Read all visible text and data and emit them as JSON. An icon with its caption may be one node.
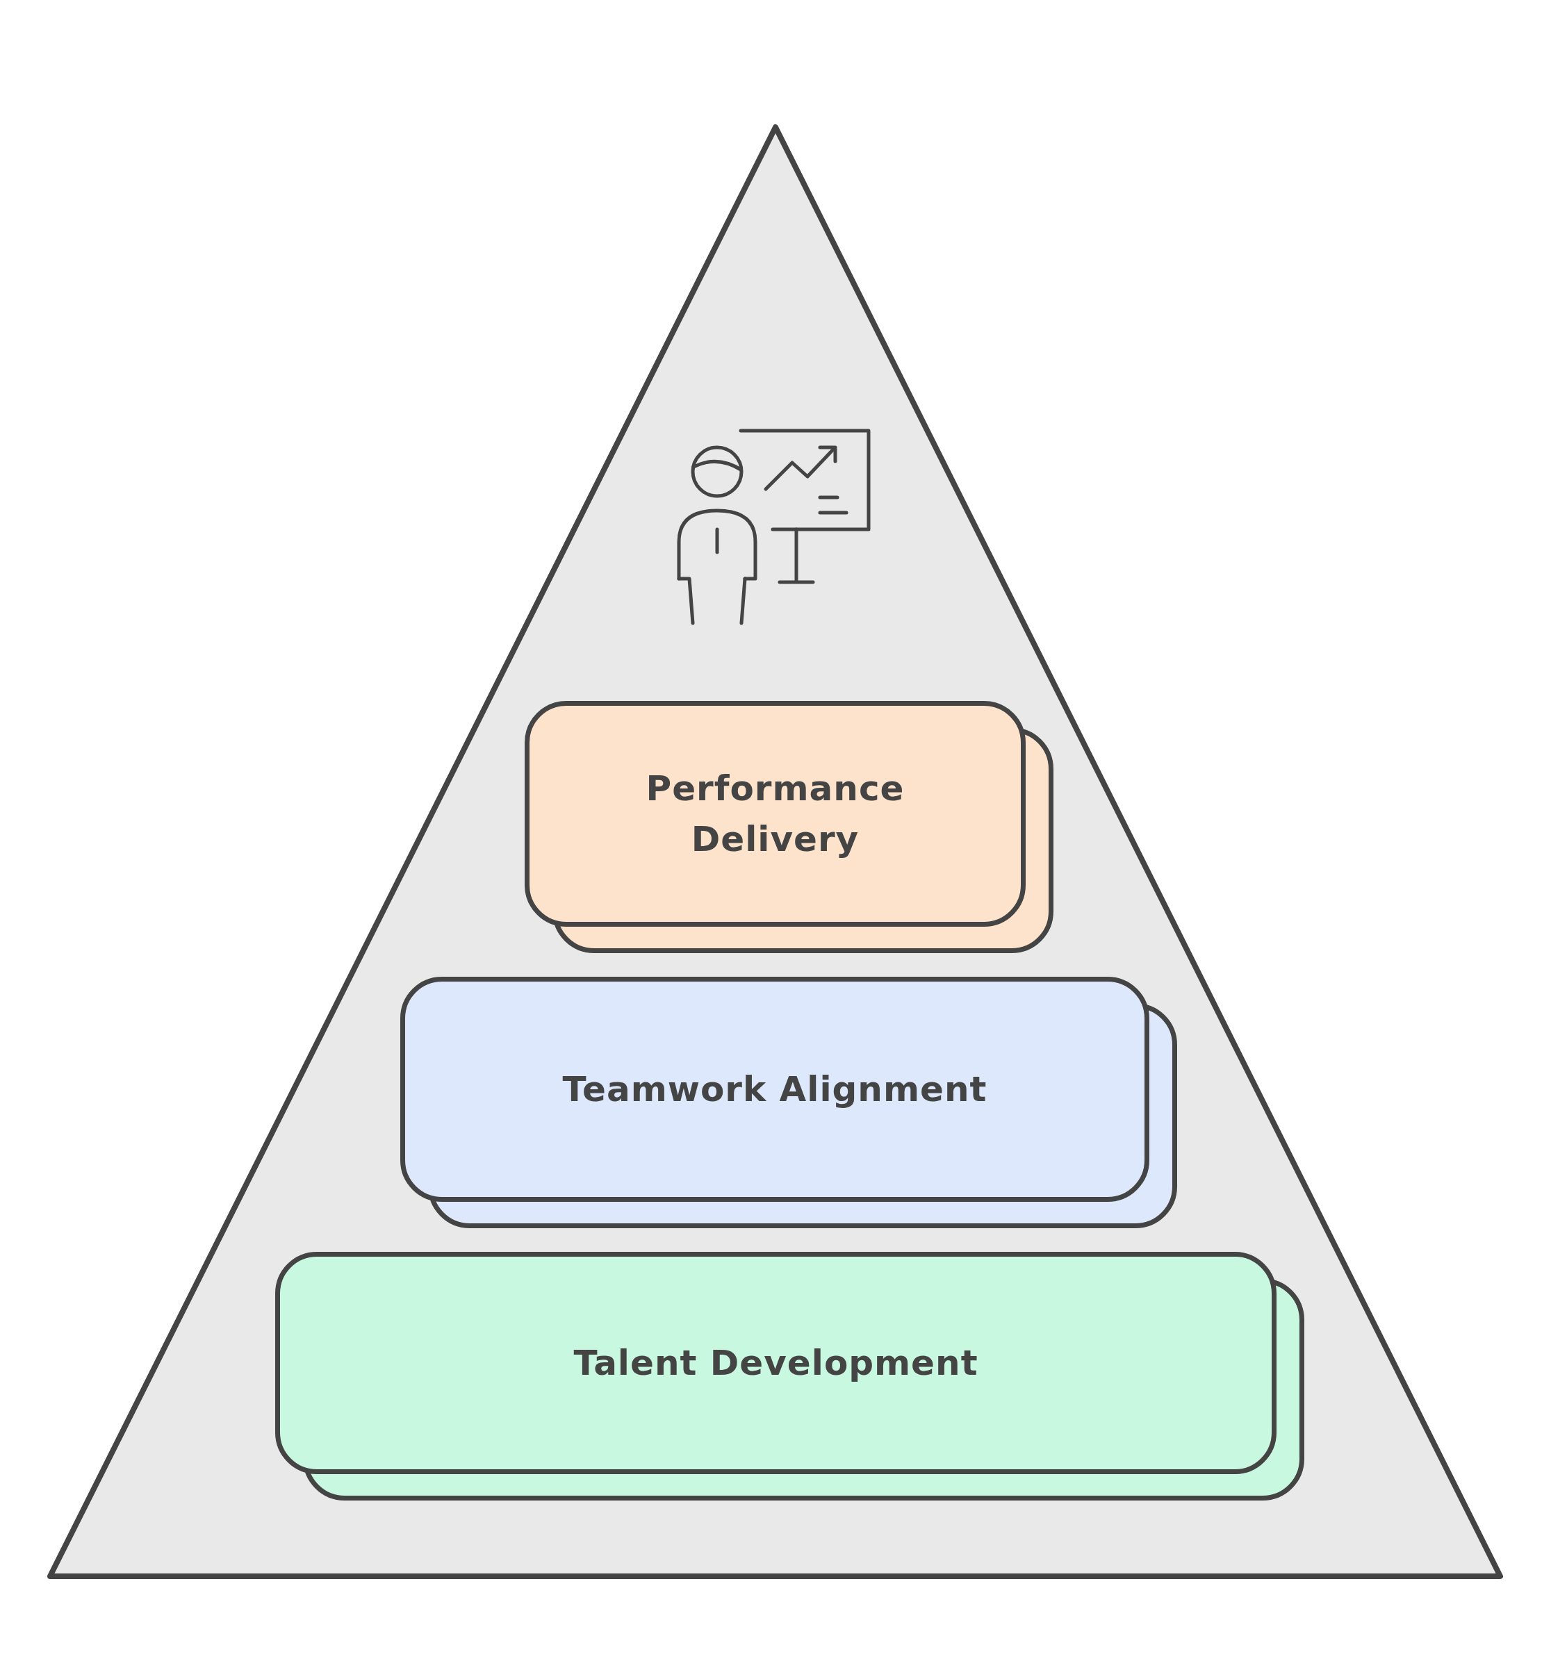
{
  "diagram": {
    "nodes": [
      {
        "text": [
          "Performance Delivery"
        ]
      },
      {
        "text": [
          "Teamwork Alignment"
        ]
      },
      {
        "text": [
          "Talent Development"
        ]
      }
    ]
  }
}
